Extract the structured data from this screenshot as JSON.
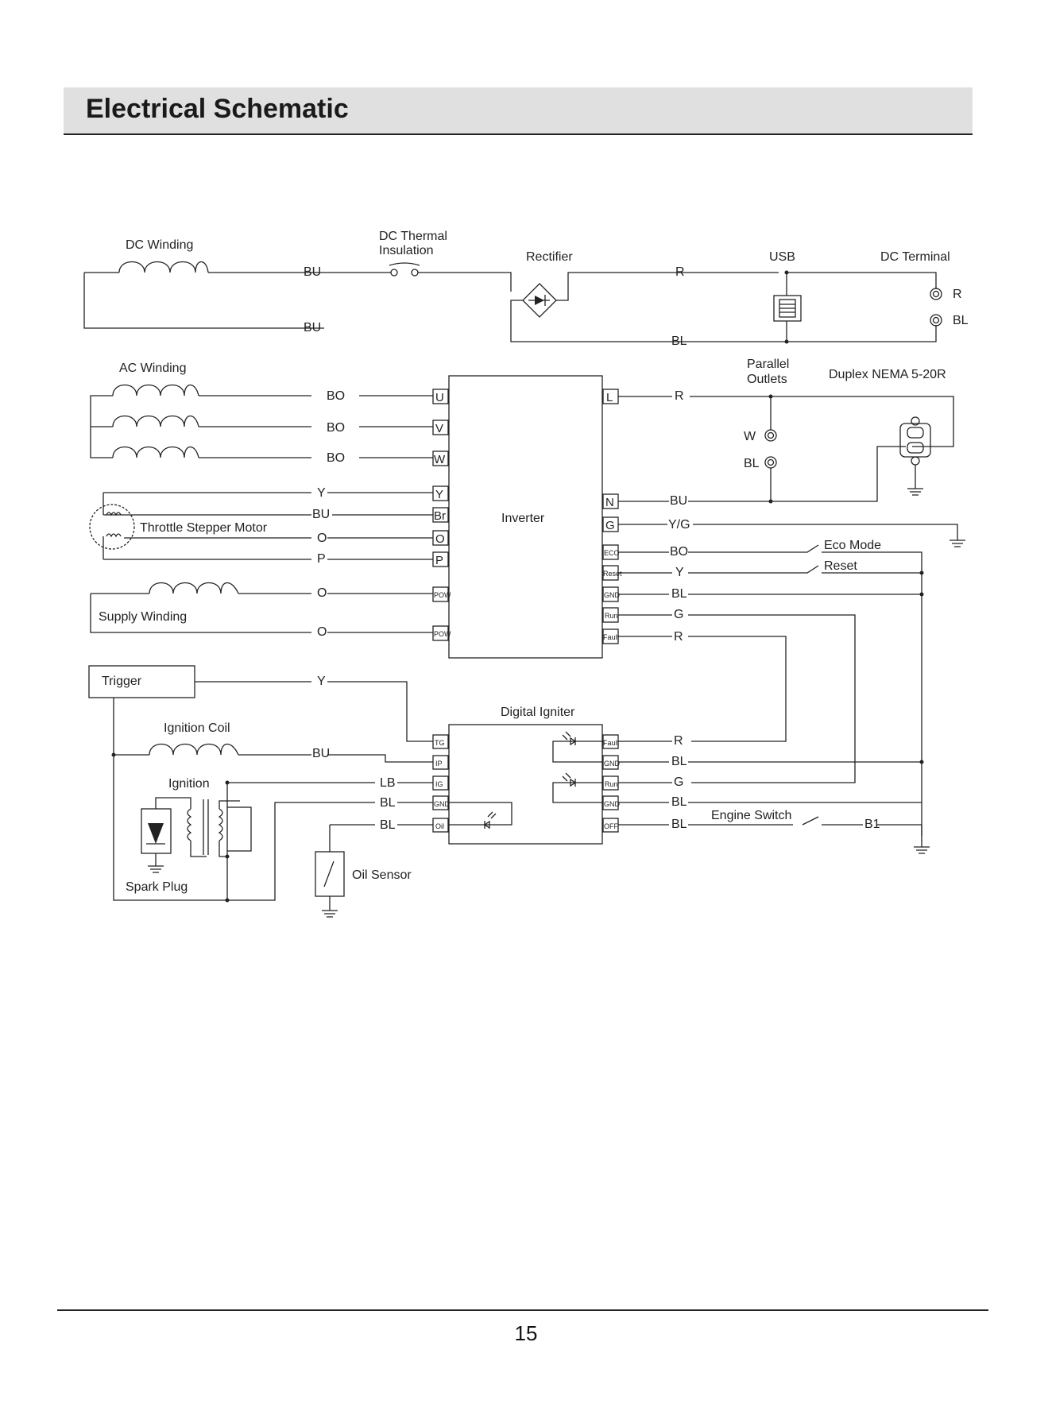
{
  "title": "Electrical Schematic",
  "page_number": "15",
  "labels": {
    "dc_winding": "DC Winding",
    "dc_thermal_1": "DC Thermal",
    "dc_thermal_2": "Insulation",
    "rectifier": "Rectifier",
    "usb": "USB",
    "dc_terminal": "DC Terminal",
    "dc_term_r": "R",
    "dc_term_bl": "BL",
    "ac_winding": "AC Winding",
    "parallel_1": "Parallel",
    "parallel_2": "Outlets",
    "duplex": "Duplex NEMA 5-20R",
    "parallel_w": "W",
    "parallel_bl": "BL",
    "throttle": "Throttle Stepper Motor",
    "supply_winding": "Supply Winding",
    "inverter": "Inverter",
    "eco_mode": "Eco Mode",
    "reset": "Reset",
    "trigger": "Trigger",
    "digital_igniter": "Digital Igniter",
    "ignition_coil": "Ignition Coil",
    "ignition": "Ignition",
    "spark_plug": "Spark Plug",
    "oil_sensor": "Oil Sensor",
    "engine_switch": "Engine Switch",
    "b1": "B1"
  },
  "wires": {
    "dc_bu_top": "BU",
    "dc_bu_bottom": "BU",
    "rect_r": "R",
    "rect_bl": "BL",
    "ac_bo_1": "BO",
    "ac_bo_2": "BO",
    "ac_bo_3": "BO",
    "motor_y": "Y",
    "motor_bu": "BU",
    "motor_o": "O",
    "motor_p": "P",
    "supply_o_1": "O",
    "supply_o_2": "O",
    "inv_r": "R",
    "inv_bu": "BU",
    "inv_yg": "Y/G",
    "inv_bo": "BO",
    "inv_y": "Y",
    "inv_bl": "BL",
    "inv_g": "G",
    "inv_r2": "R",
    "trigger_y": "Y",
    "coil_bu": "BU",
    "ig_lb": "LB",
    "ig_bl_gnd": "BL",
    "ig_bl_oil": "BL",
    "dig_r": "R",
    "dig_bl": "BL",
    "dig_g": "G",
    "dig_bl2": "BL",
    "dig_bl_off": "BL"
  },
  "inverter_pins_left": [
    "U",
    "V",
    "W",
    "Y",
    "Br",
    "O",
    "P",
    "POW",
    "POW"
  ],
  "inverter_pins_right": [
    "L",
    "N",
    "G",
    "ECO",
    "Reset",
    "GND",
    "Run",
    "Fault"
  ],
  "igniter_pins_left": [
    "TG",
    "IP",
    "IG",
    "GND",
    "Oil"
  ],
  "igniter_pins_right": [
    "Fault",
    "GND",
    "Run",
    "GND",
    "OFF"
  ]
}
